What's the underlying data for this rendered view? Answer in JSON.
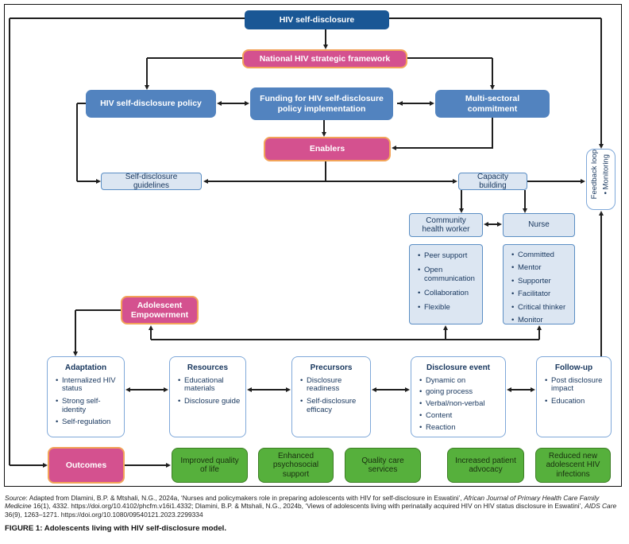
{
  "boxes": {
    "hiv": "HIV self-disclosure",
    "framework": "National HIV strategic framework",
    "policy": "HIV self-disclosure policy",
    "funding": "Funding for HIV self-disclosure policy implementation",
    "multisectoral": "Multi-sectoral commitment",
    "enablers": "Enablers",
    "guidelines": "Self-disclosure guidelines",
    "capacity": "Capacity building",
    "feedback": {
      "line1": "Feedback loop",
      "line2": "• Monitoring"
    },
    "chw": {
      "title": "Community health worker",
      "items": [
        "Peer support",
        "Open communication",
        "Collaboration",
        "Flexible"
      ]
    },
    "nurse": {
      "title": "Nurse",
      "items": [
        "Committed",
        "Mentor",
        "Supporter",
        "Facilitator",
        "Critical thinker",
        "Monitor"
      ]
    },
    "empowerment": "Adolescent Empowerment",
    "process": [
      {
        "title": "Adaptation",
        "items": [
          "Internalized HIV status",
          "Strong self-identity",
          "Self-regulation"
        ]
      },
      {
        "title": "Resources",
        "items": [
          "Educational materials",
          "Disclosure guide"
        ]
      },
      {
        "title": "Precursors",
        "items": [
          "Disclosure readiness",
          "Self-disclosure efficacy"
        ]
      },
      {
        "title": "Disclosure event",
        "items": [
          "Dynamic on",
          "going process",
          "Verbal/non-verbal",
          "Content",
          "Reaction"
        ]
      },
      {
        "title": "Follow-up",
        "items": [
          "Post disclosure impact",
          "Education"
        ]
      }
    ],
    "outcomes": "Outcomes",
    "impacts": [
      "Improved quality of life",
      "Enhanced psychosocial support",
      "Quality care services",
      "Increased patient advocacy",
      "Reduced new adolescent HIV infections"
    ]
  },
  "colors": {
    "dark_blue": "#1a5795",
    "medium_blue": "#5283bf",
    "light_blue": "#dce6f2",
    "pink": "#d4518f",
    "pink_border": "#f2a359",
    "green": "#56b03c",
    "navy_text": "#17365d"
  },
  "footer": {
    "source_prefix": "Source",
    "source_part1": ": Adapted from Dlamini, B.P. & Mtshali, N.G., 2024a, ‘Nurses and policymakers role in preparing adolescents with HIV for self-disclosure in Eswatini’, ",
    "source_journal1": "African Journal of Primary Health Care Family Medicine",
    "source_part2": " 16(1), 4332. https://doi.org/10.4102/phcfm.v16i1.4332; Dlamini, B.P. & Mtshali, N.G., 2024b, ‘Views of adolescents living with perinatally acquired HIV on HIV status disclosure in Eswatini’, ",
    "source_journal2": "AIDS Care",
    "source_part3": " 36(9), 1263–1271. https://doi.org/10.1080/09540121.2023.2299334",
    "caption_label": "FIGURE 1:",
    "caption_text": " Adolescents living with HIV self-disclosure model."
  }
}
